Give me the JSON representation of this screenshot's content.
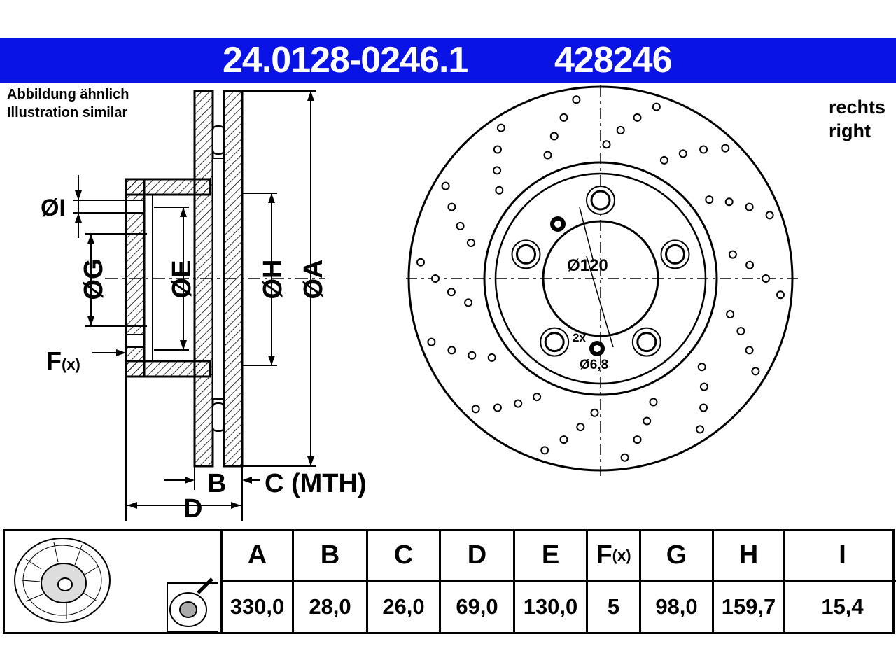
{
  "header": {
    "part_number": "24.0128-0246.1",
    "short_number": "428246",
    "bg_color": "#0a13e6"
  },
  "note": {
    "line1": "Abbildung ähnlich",
    "line2": "Illustration similar"
  },
  "side": {
    "line1": "rechts",
    "line2": "right"
  },
  "section_labels": {
    "I": "ØI",
    "G": "ØG",
    "E": "ØE",
    "H": "ØH",
    "A": "ØA",
    "F": "F",
    "F_sub": "(x)",
    "B": "B",
    "C": "C (MTH)",
    "D": "D"
  },
  "front_labels": {
    "pcd": "Ø120",
    "count": "2x",
    "hole": "Ø6,8"
  },
  "table": {
    "headers": [
      "A",
      "B",
      "C",
      "D",
      "E",
      "F",
      "G",
      "H",
      "I"
    ],
    "f_sub": "(x)",
    "values": [
      "330,0",
      "28,0",
      "26,0",
      "69,0",
      "130,0",
      "5",
      "98,0",
      "159,7",
      "15,4"
    ]
  }
}
